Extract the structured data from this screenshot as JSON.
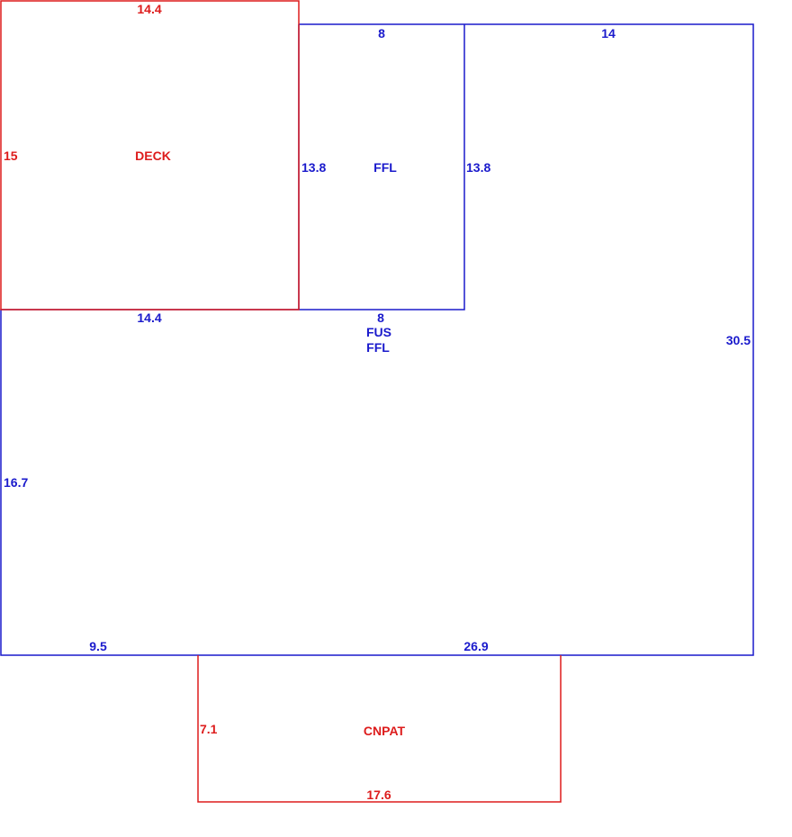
{
  "colors": {
    "structure": "#1a1acc",
    "exterior": "#dd1c1c"
  },
  "areas": {
    "deck": {
      "name": "DECK",
      "top": "14.4",
      "left": "15",
      "bottom": "14.4"
    },
    "upper_ffl": {
      "name": "FFL",
      "top": "8",
      "left": "13.8",
      "right": "13.8",
      "bottom": "8"
    },
    "main": {
      "name_line1": "FUS",
      "name_line2": "FFL",
      "top": "14",
      "right": "30.5",
      "left": "16.7",
      "bottom_left": "9.5",
      "bottom_right": "26.9"
    },
    "cnpat": {
      "name": "CNPAT",
      "left": "7.1",
      "bottom": "17.6"
    }
  }
}
